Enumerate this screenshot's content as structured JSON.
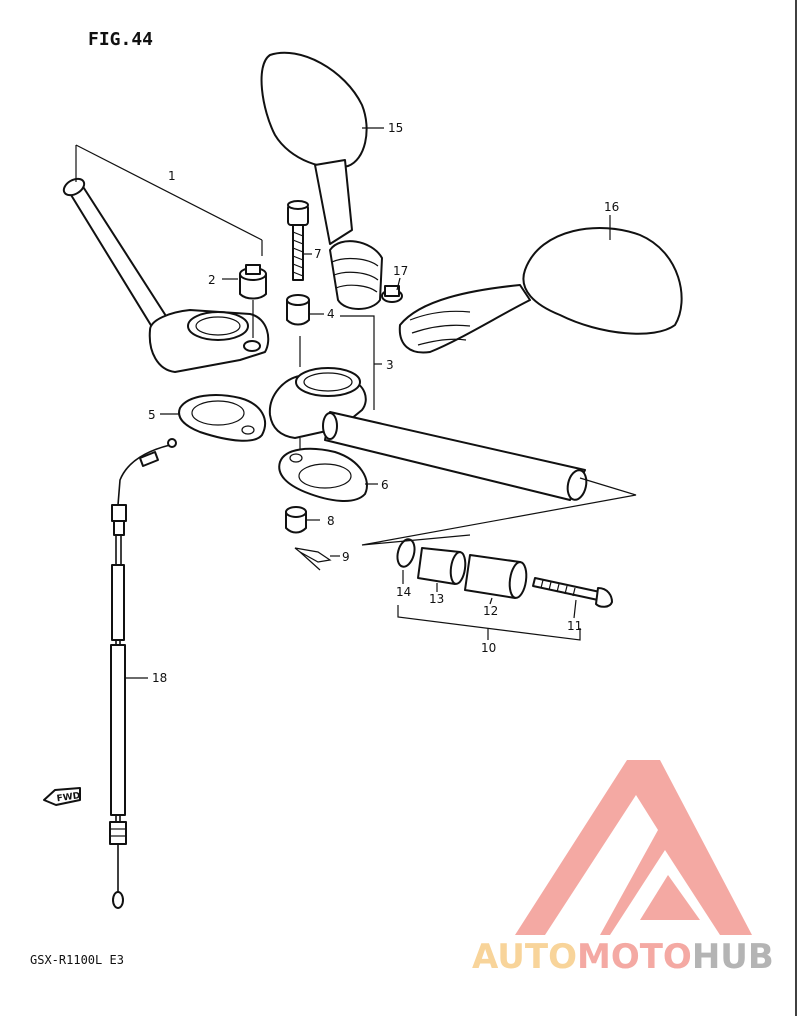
{
  "figure": {
    "title": "FIG.44"
  },
  "model_code": "GSX-R1100L E3",
  "direction_marker": "FWD",
  "callouts": [
    "1",
    "2",
    "3",
    "4",
    "5",
    "6",
    "7",
    "8",
    "9",
    "10",
    "11",
    "12",
    "13",
    "14",
    "15",
    "16",
    "17",
    "18"
  ],
  "watermark": {
    "brand_parts": [
      "AUTO",
      "MOTO",
      "HUB"
    ],
    "colors": {
      "logo": "#f4a9a3",
      "auto": "#f8d49a",
      "moto": "#f4a9a3",
      "hub": "#b4b4b4"
    }
  }
}
